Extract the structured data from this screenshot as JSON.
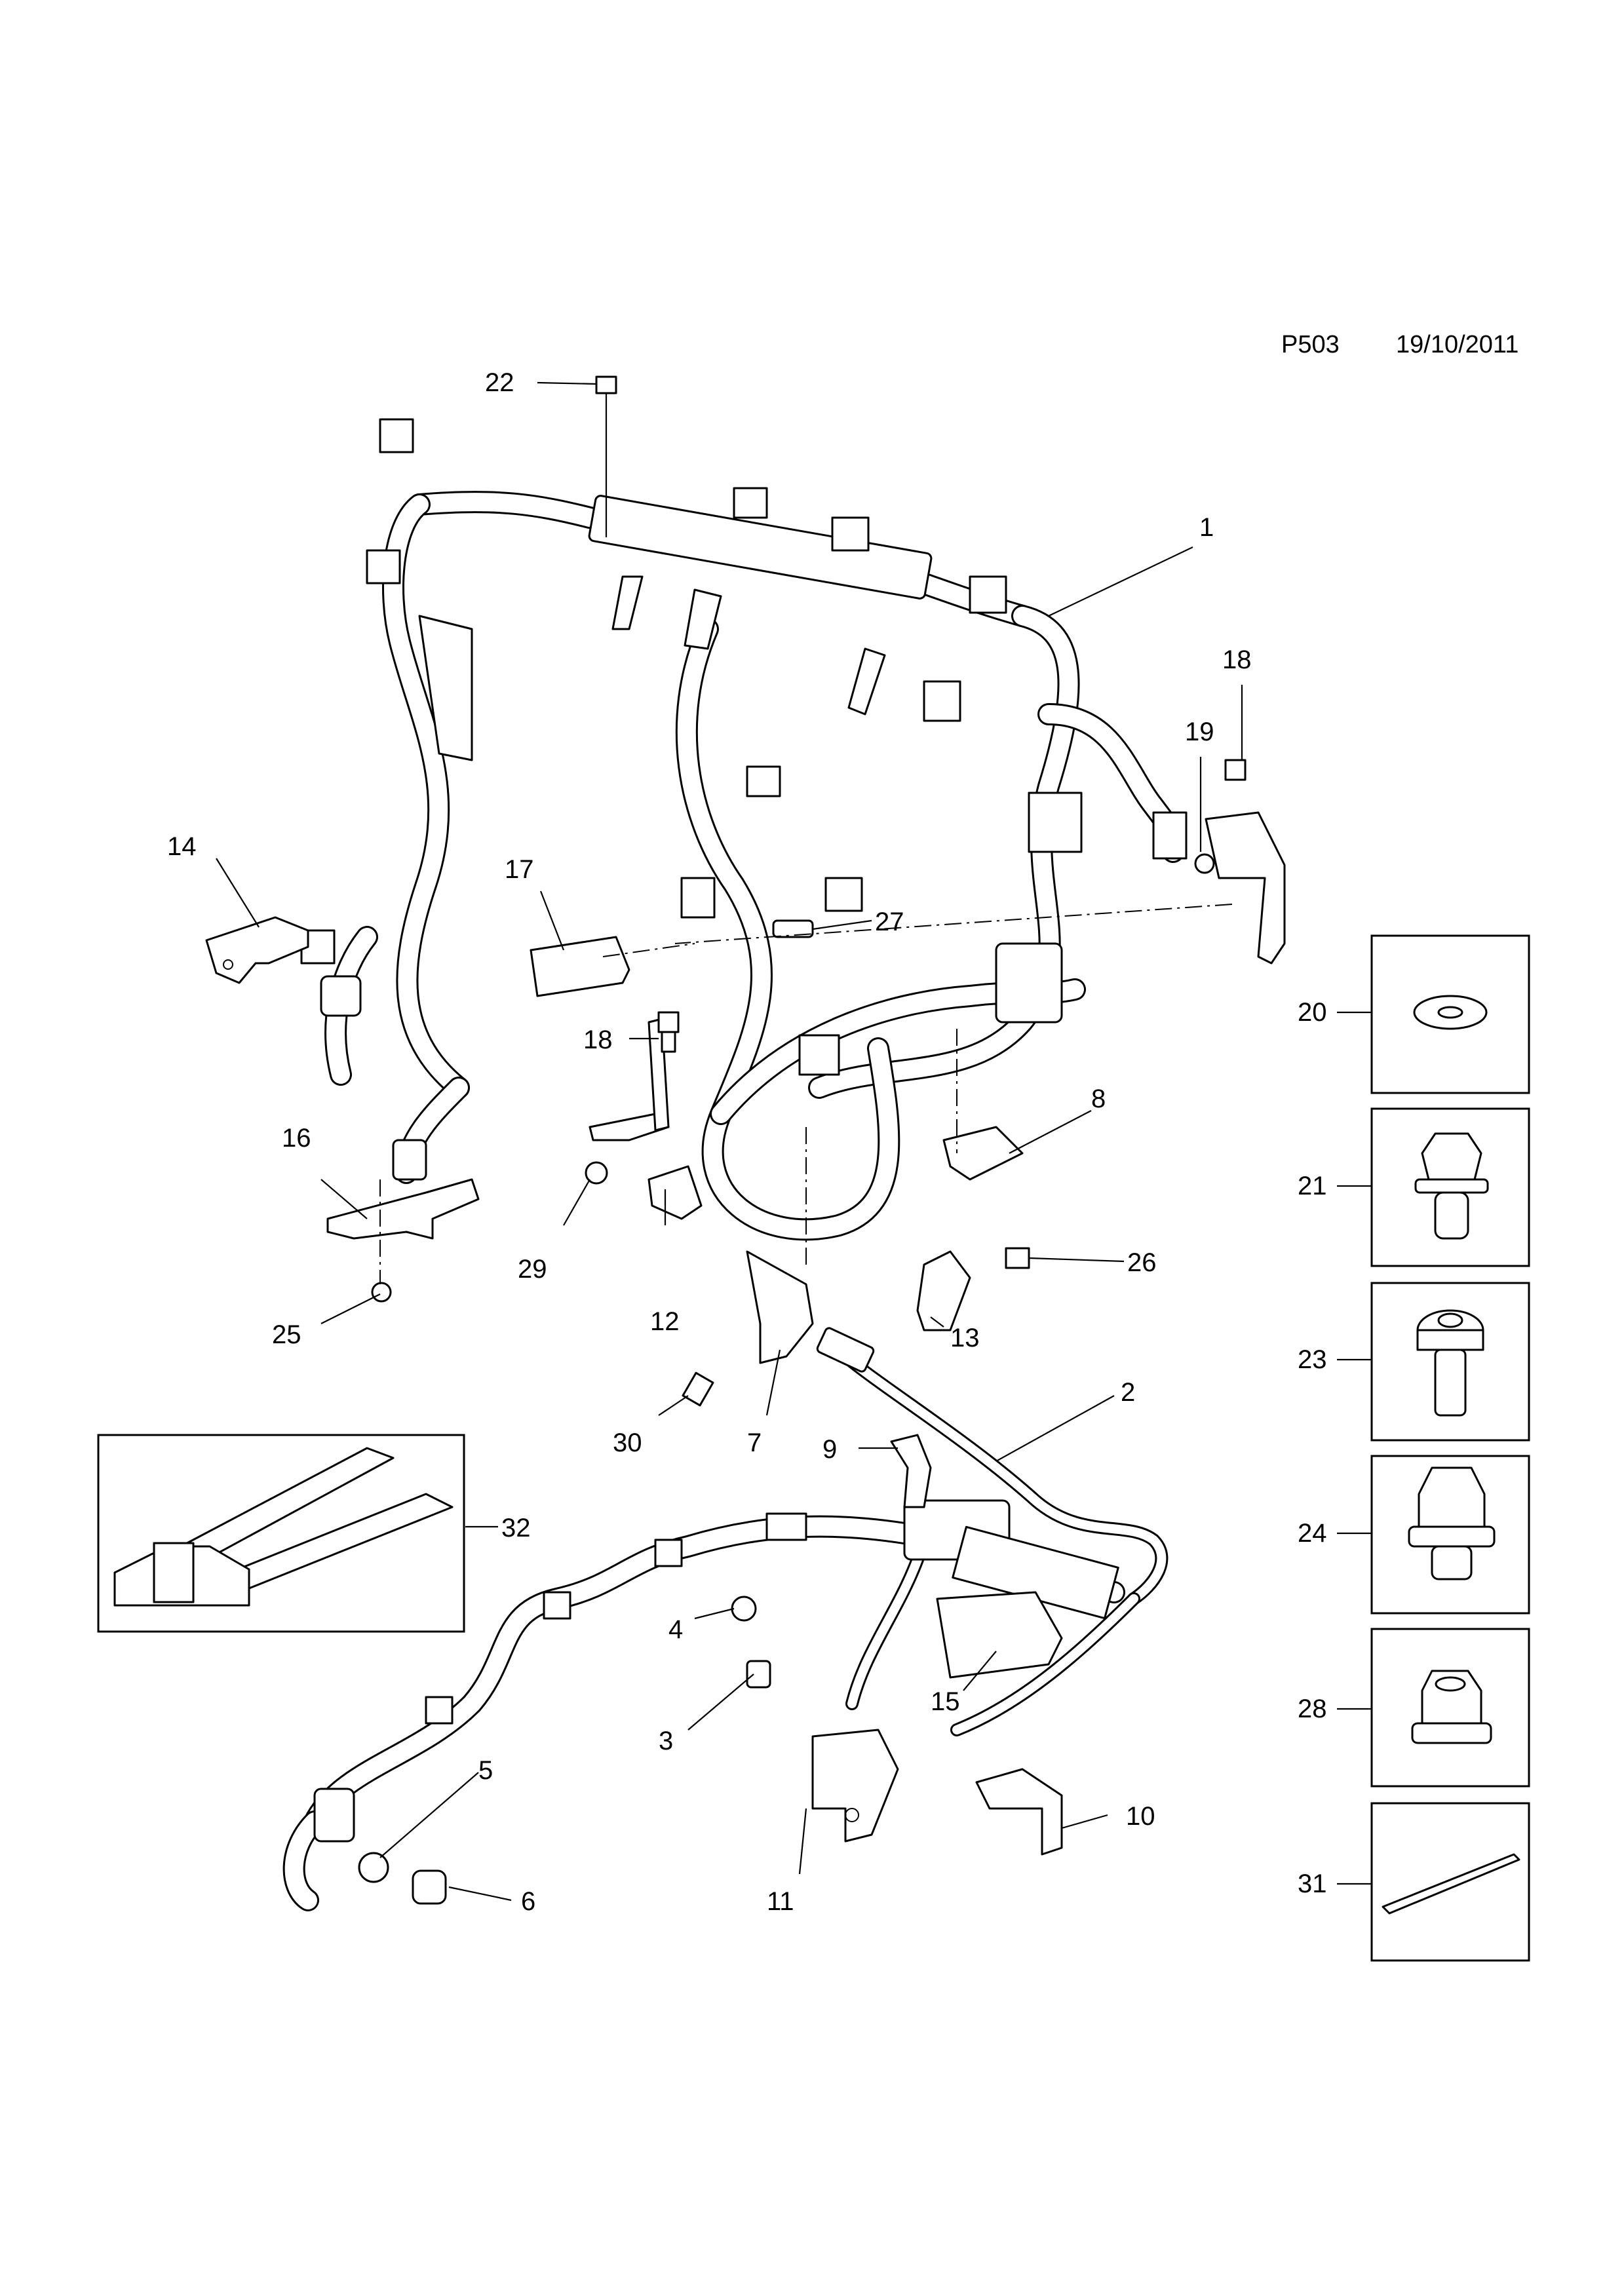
{
  "header": {
    "page_code": "P503",
    "date": "19/10/2011"
  },
  "callouts": {
    "c1": "1",
    "c2": "2",
    "c3": "3",
    "c4": "4",
    "c5": "5",
    "c6": "6",
    "c7": "7",
    "c8": "8",
    "c9": "9",
    "c10": "10",
    "c11": "11",
    "c12": "12",
    "c13": "13",
    "c14": "14",
    "c15": "15",
    "c16": "16",
    "c17": "17",
    "c18a": "18",
    "c18b": "18",
    "c19": "19",
    "c22": "22",
    "c25": "25",
    "c26": "26",
    "c27": "27",
    "c29": "29",
    "c30": "30",
    "c32": "32"
  },
  "inset_parts": [
    {
      "number": "20",
      "icon": "washer-icon"
    },
    {
      "number": "21",
      "icon": "hex-flange-bolt-icon"
    },
    {
      "number": "23",
      "icon": "torx-flange-bolt-icon"
    },
    {
      "number": "24",
      "icon": "large-hex-bolt-icon"
    },
    {
      "number": "28",
      "icon": "hex-flange-nut-icon"
    },
    {
      "number": "31",
      "icon": "cable-tie-icon"
    }
  ]
}
